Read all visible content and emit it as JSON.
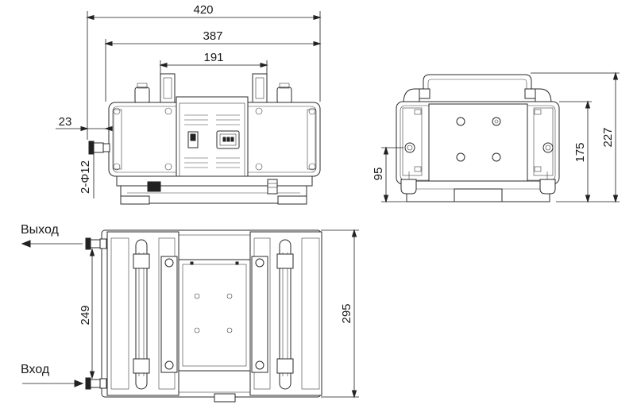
{
  "dimensions": {
    "width_total": "420",
    "width_body": "387",
    "width_switch_block": "191",
    "offset_fitting": "23",
    "fitting_spec": "2-Φ12",
    "height_total": "227",
    "height_body": "175",
    "height_fitting": "95",
    "length_total": "295",
    "fitting_spacing": "249"
  },
  "labels": {
    "outlet": "Выход",
    "inlet": "Вход"
  },
  "colors": {
    "line": "#2a2a2a",
    "background": "#ffffff"
  }
}
